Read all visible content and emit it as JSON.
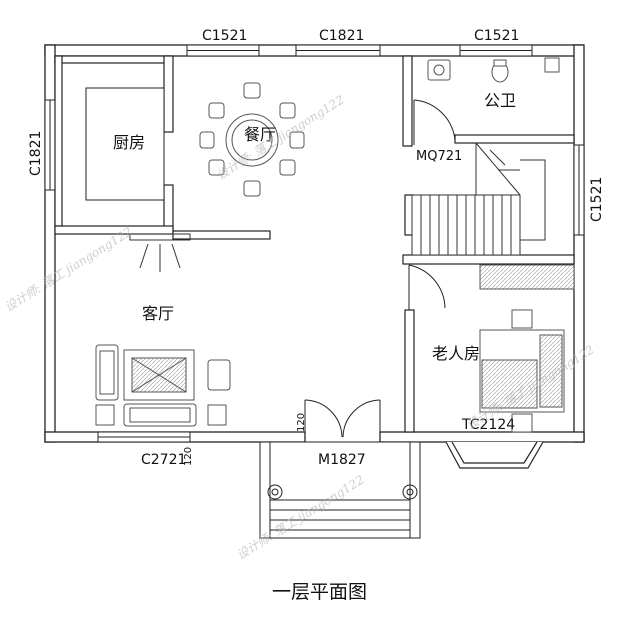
{
  "rooms": {
    "kitchen": "厨房",
    "dining": "餐厅",
    "living": "客厅",
    "bathroom": "公卫",
    "elder_bedroom": "老人房"
  },
  "window_labels": {
    "top_left": "C1521",
    "top_mid": "C1821",
    "top_right": "C1521",
    "left": "C1821",
    "right": "C1521",
    "bottom_left": "C2721",
    "bottom_right": "TC2124"
  },
  "door_labels": {
    "bath_door": "MQ721",
    "main_door": "M1827"
  },
  "dimensions": {
    "dim_a": "120",
    "dim_b": "120"
  },
  "watermark": {
    "text": "设计师: 落工 jiangong122"
  },
  "caption": "一层平面图"
}
